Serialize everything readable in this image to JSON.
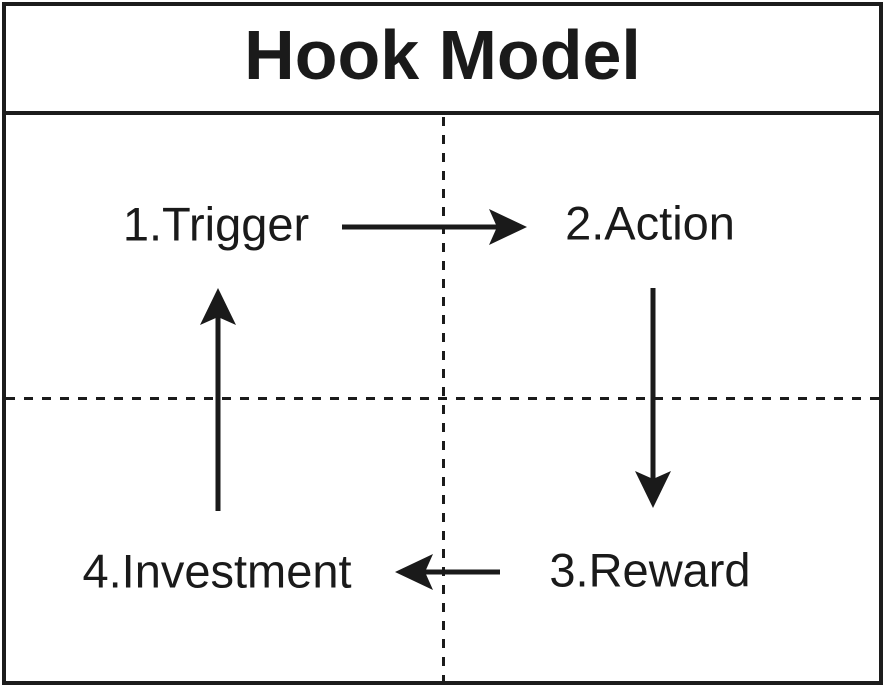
{
  "title": "Hook Model",
  "stages": [
    {
      "num": "1",
      "name": "Trigger",
      "label": "1.Trigger",
      "position": "top-left"
    },
    {
      "num": "2",
      "name": "Action",
      "label": "2.Action",
      "position": "top-right"
    },
    {
      "num": "3",
      "name": "Reward",
      "label": "3.Reward",
      "position": "bottom-right"
    },
    {
      "num": "4",
      "name": "Investment",
      "label": "4.Investment",
      "position": "bottom-left"
    }
  ],
  "arrows": [
    {
      "from": "1.Trigger",
      "to": "2.Action",
      "direction": "right"
    },
    {
      "from": "2.Action",
      "to": "3.Reward",
      "direction": "down"
    },
    {
      "from": "3.Reward",
      "to": "4.Investment",
      "direction": "left"
    },
    {
      "from": "4.Investment",
      "to": "1.Trigger",
      "direction": "up"
    }
  ],
  "colors": {
    "ink": "#1a1a1a",
    "border": "#1c1c1c",
    "background": "#ffffff"
  }
}
